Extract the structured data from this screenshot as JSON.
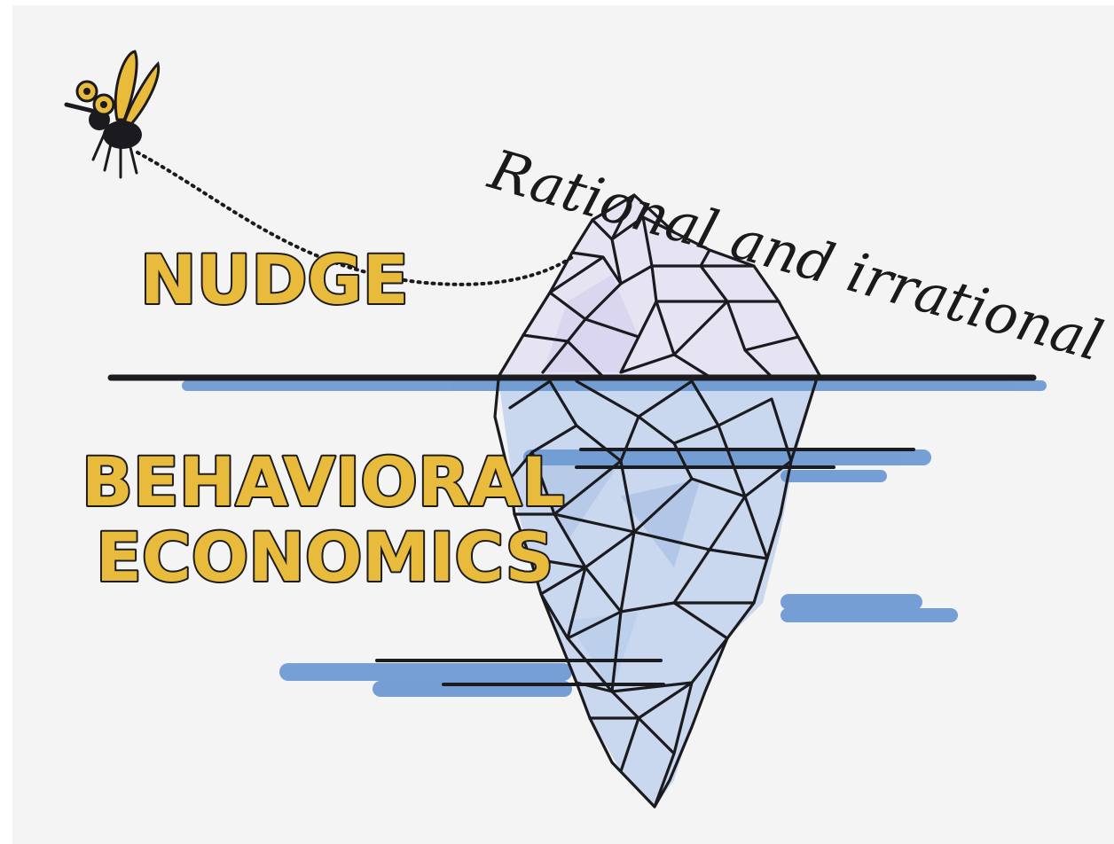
{
  "diagram": {
    "subtitle": "Rational and irrational dimensions",
    "label_top": "NUDGE",
    "label_bottom_line1": "BEHAVIORAL",
    "label_bottom_line2": "ECONOMICS"
  },
  "colors": {
    "background": "#f5f4f4",
    "label_fill": "#e8bb3c",
    "outline": "#1b1b1f",
    "ice_above": "#e4e1f2",
    "ice_below": "#c9d7ef",
    "water_shadow": "#6e9bd2"
  },
  "icons": {
    "mosquito": "mosquito-icon",
    "iceberg": "iceberg-illustration"
  }
}
